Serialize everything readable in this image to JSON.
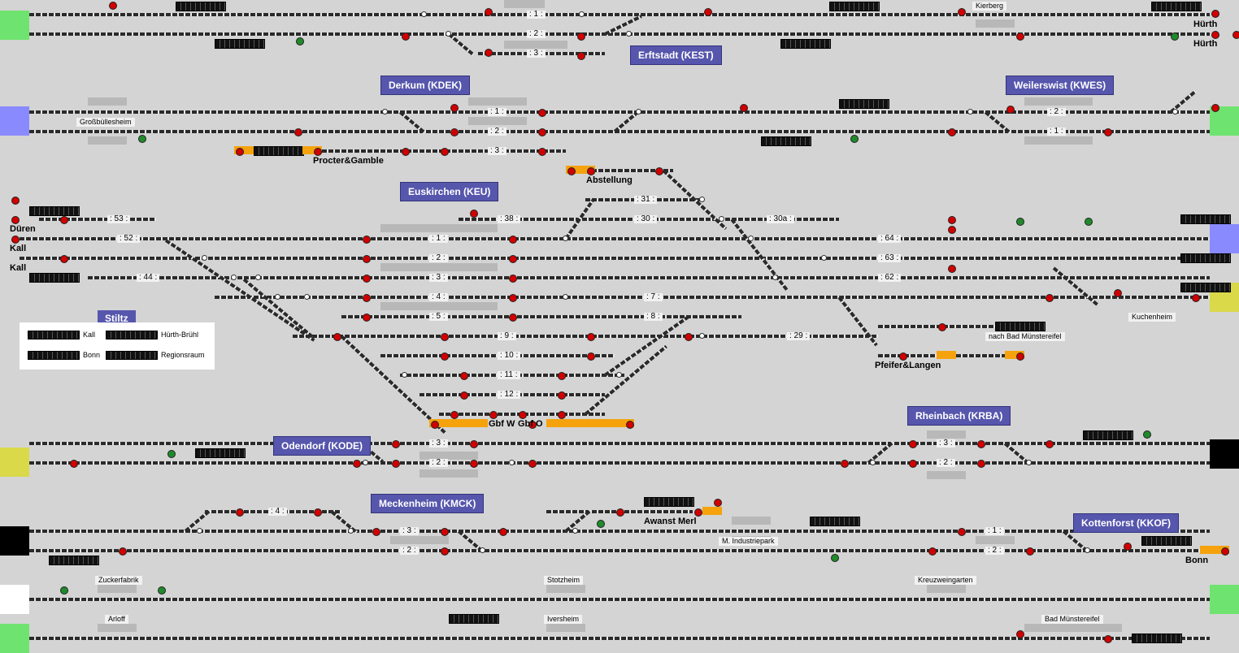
{
  "stations": {
    "erftstadt": "Erftstadt (KEST)",
    "derkum": "Derkum (KDEK)",
    "weilerswist": "Weilerswist (KWES)",
    "euskirchen": "Euskirchen (KEU)",
    "odendorf": "Odendorf (KODE)",
    "rheinbach": "Rheinbach (KRBA)",
    "meckenheim": "Meckenheim (KMCK)",
    "kottenforst": "Kottenforst (KKOF)"
  },
  "places": {
    "kierberg": "Kierberg",
    "grossbuellesheim": "Großbüllesheim",
    "kuchenheim": "Kuchenheim",
    "nach_bad_muenstereifel": "nach Bad Münstereifel",
    "industriepark": "M. Industriepark",
    "zuckerfabrik": "Zuckerfabrik",
    "stotzheim": "Stotzheim",
    "kreuzweingarten": "Kreuzweingarten",
    "arloff": "Arloff",
    "iversheim": "Iversheim",
    "bad_muenstereifel": "Bad Münstereifel"
  },
  "ends": {
    "huerth1": "Hürth",
    "huerth2": "Hürth",
    "dueren": "Düren",
    "kall1": "Kall",
    "kall2": "Kall",
    "bonn": "Bonn"
  },
  "sidings": {
    "procter": "Procter&Gamble",
    "abstellung": "Abstellung",
    "pfeifer": "Pfeifer&Langen",
    "awanst": "Awanst Merl",
    "gbfw": "Gbf W",
    "gbfo": "Gbf O"
  },
  "platforms": {
    "e1": ": 1 :",
    "e2": ": 2 :",
    "e3": ": 3 :",
    "d1": ": 1 :",
    "d2": ": 2 :",
    "d3": ": 3 :",
    "w2": ": 2 :",
    "w1": ": 1 :",
    "k53": ": 53 :",
    "k52": ": 52 :",
    "k44": ": 44 :",
    "k38": ": 38 :",
    "k31": ": 31 :",
    "k30": ": 30 :",
    "k30a": ": 30a :",
    "k1": ": 1 :",
    "k2": ": 2 :",
    "k3": ": 3 :",
    "k4": ": 4 :",
    "k5": ": 5 :",
    "k7": ": 7 :",
    "k8": ": 8 :",
    "k9": ": 9 :",
    "k10": ": 10 :",
    "k11": ": 11 :",
    "k12": ": 12 :",
    "k29": ": 29 :",
    "k64": ": 64 :",
    "k63": ": 63 :",
    "k62": ": 62 :",
    "o3": ": 3 :",
    "o2": ": 2 :",
    "r3": ": 3 :",
    "r2": ": 2 :",
    "m4": ": 4 :",
    "m3": ": 3 :",
    "m2": ": 2 :",
    "kk1": ": 1 :",
    "kk2": ": 2 :"
  },
  "legend": {
    "title": "Stiltz",
    "kall": "Kall",
    "huerth_bruehl": "Hürth-Brühl",
    "bonn": "Bonn",
    "regionsraum": "Regionsraum"
  },
  "colors": {
    "station_box": "#5656ad",
    "edge_green": "#6fe36f",
    "edge_blue": "#8a8aff",
    "edge_yellow": "#d9d94a",
    "edge_black": "#000000",
    "edge_white": "#ffffff",
    "signal_red": "#d10000",
    "siding_orange": "#f5a20d"
  }
}
